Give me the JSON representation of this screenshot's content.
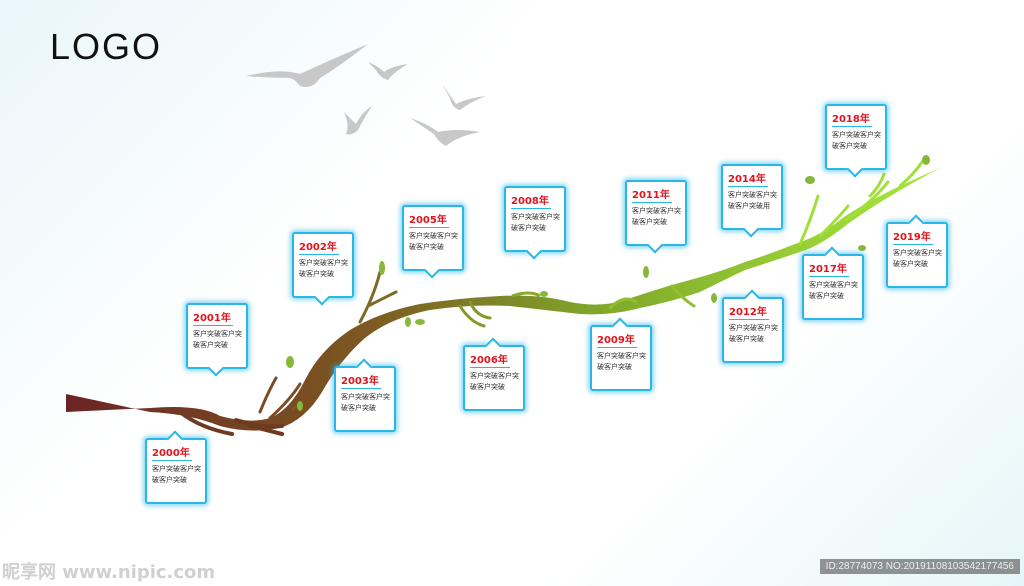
{
  "logo": "LOGO",
  "colors": {
    "card_border": "#29b6e8",
    "year_text": "#e0141e",
    "branch_start": "#6b2424",
    "branch_end": "#9fe23a",
    "bird": "#c8c8c8"
  },
  "milestones": [
    {
      "year": "2000年",
      "text": "客户突破客户突破客户突破"
    },
    {
      "year": "2001年",
      "text": "客户突破客户突破客户突破"
    },
    {
      "year": "2002年",
      "text": "客户突破客户突破客户突破"
    },
    {
      "year": "2003年",
      "text": "客户突破客户突破客户突破"
    },
    {
      "year": "2005年",
      "text": "客户突破客户突破客户突破"
    },
    {
      "year": "2006年",
      "text": "客户突破客户突破客户突破"
    },
    {
      "year": "2008年",
      "text": "客户突破客户突破客户突破"
    },
    {
      "year": "2009年",
      "text": "客户突破客户突破客户突破"
    },
    {
      "year": "2011年",
      "text": "客户突破客户突破客户突破"
    },
    {
      "year": "2012年",
      "text": "客户突破客户突破客户突破"
    },
    {
      "year": "2014年",
      "text": "客户突破客户突破客户突破用"
    },
    {
      "year": "2017年",
      "text": "客户突破客户突破客户突破"
    },
    {
      "year": "2018年",
      "text": "客户突破客户突破客户突破"
    },
    {
      "year": "2019年",
      "text": "客户突破客户突破客户突破"
    }
  ],
  "watermark": {
    "left": "昵享网 www.nipic.com",
    "right": "ID:28774073 NO:20191108103542177456"
  }
}
